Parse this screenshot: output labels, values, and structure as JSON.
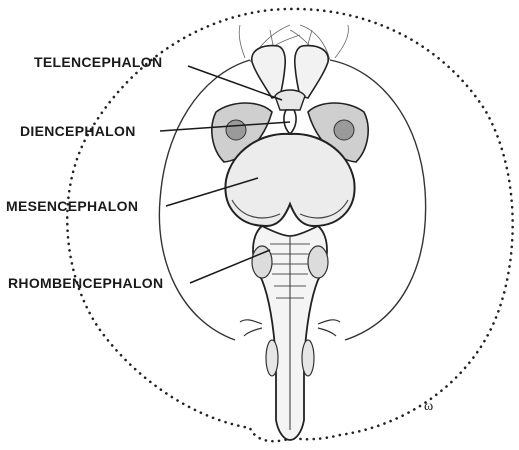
{
  "figure": {
    "labels": [
      {
        "id": "telencephalon",
        "text": "TELENCEPHALON"
      },
      {
        "id": "diencephalon",
        "text": "DIENCEPHALON"
      },
      {
        "id": "mesencephalon",
        "text": "MESENCEPHALON"
      },
      {
        "id": "rhombencephalon",
        "text": "RHOMBENCEPHALON"
      }
    ],
    "signature": "ω"
  }
}
